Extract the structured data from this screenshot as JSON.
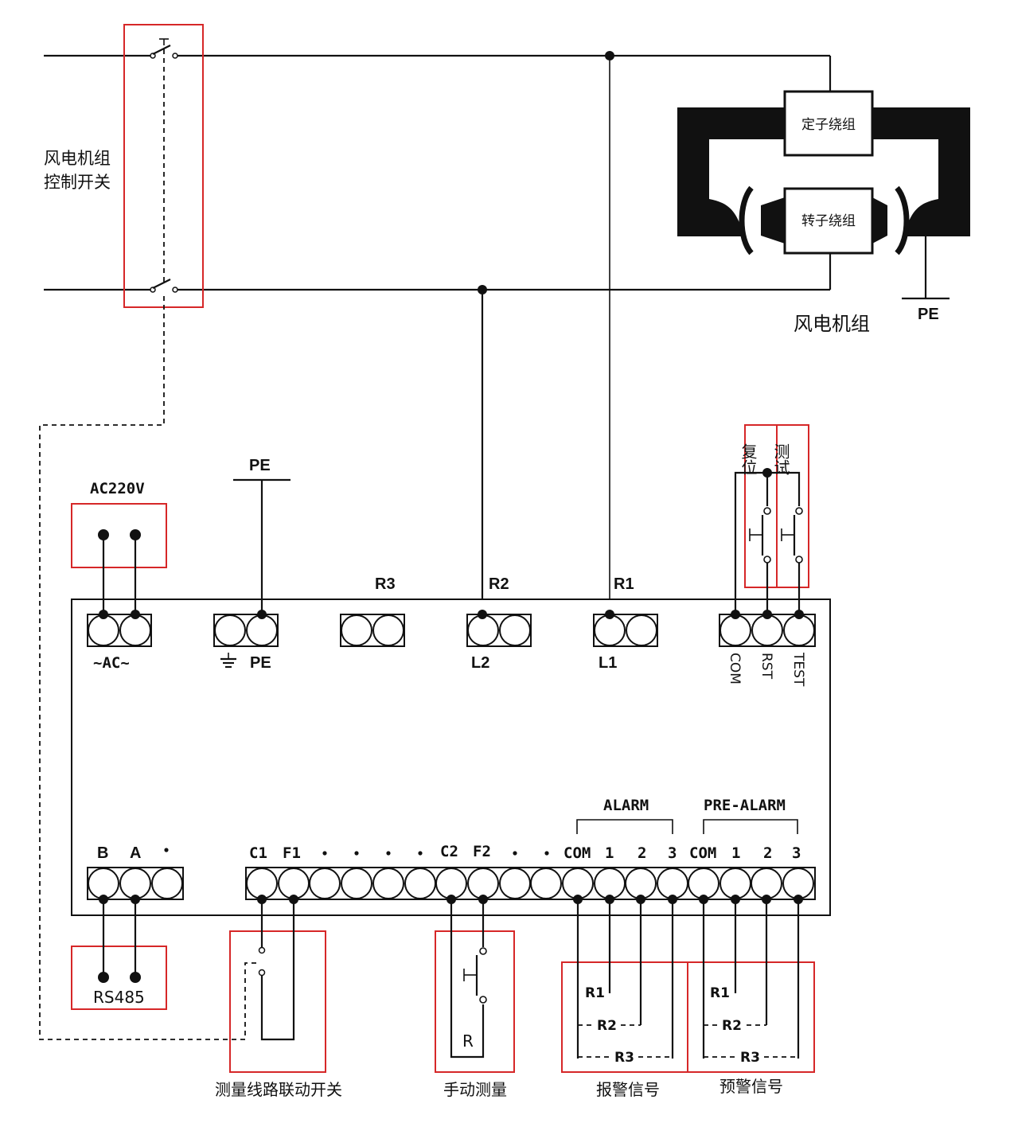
{
  "labels": {
    "control_switch_line1": "风电机组",
    "control_switch_line2": "控制开关",
    "stator": "定子绕组",
    "rotor": "转子绕组",
    "generator": "风电机组",
    "pe_top": "PE",
    "pe_mid": "PE",
    "ac220": "AC220V",
    "r3_top": "R3",
    "r2_top": "R2",
    "r1_top": "R1",
    "reset": "复位",
    "test": "测试",
    "ac_label": "~AC~",
    "pe_label": "PE",
    "l2": "L2",
    "l1": "L1",
    "com_v": "COM",
    "rst_v": "RST",
    "test_v": "TEST",
    "alarm": "ALARM",
    "prealarm": "PRE-ALARM",
    "b": "B",
    "a": "A",
    "c1": "C1",
    "f1": "F1",
    "c2": "C2",
    "f2": "F2",
    "com1": "COM",
    "n1a": "1",
    "n2a": "2",
    "n3a": "3",
    "com2": "COM",
    "n1b": "1",
    "n2b": "2",
    "n3b": "3",
    "rs485": "RS485",
    "r_manual": "R",
    "alarm_r1": "R1",
    "alarm_r2": "R2",
    "alarm_r3": "R3",
    "pre_r1": "R1",
    "pre_r2": "R2",
    "pre_r3": "R3",
    "cap_linkage": "测量线路联动开关",
    "cap_manual": "手动测量",
    "cap_alarm": "报警信号",
    "cap_prealarm": "预警信号"
  }
}
